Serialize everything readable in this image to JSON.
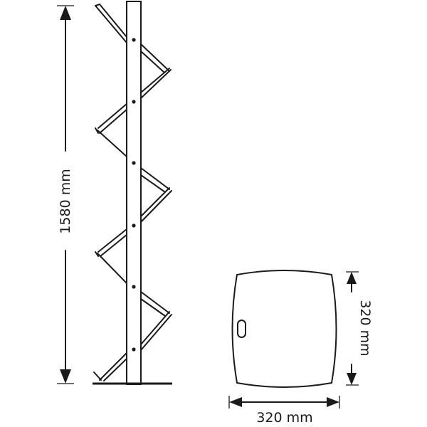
{
  "dimensions": {
    "height_label": "1580 mm",
    "depth_label": "320 mm",
    "width_label": "320 mm"
  },
  "colors": {
    "line": "#1a1a1a",
    "background": "#ffffff"
  }
}
